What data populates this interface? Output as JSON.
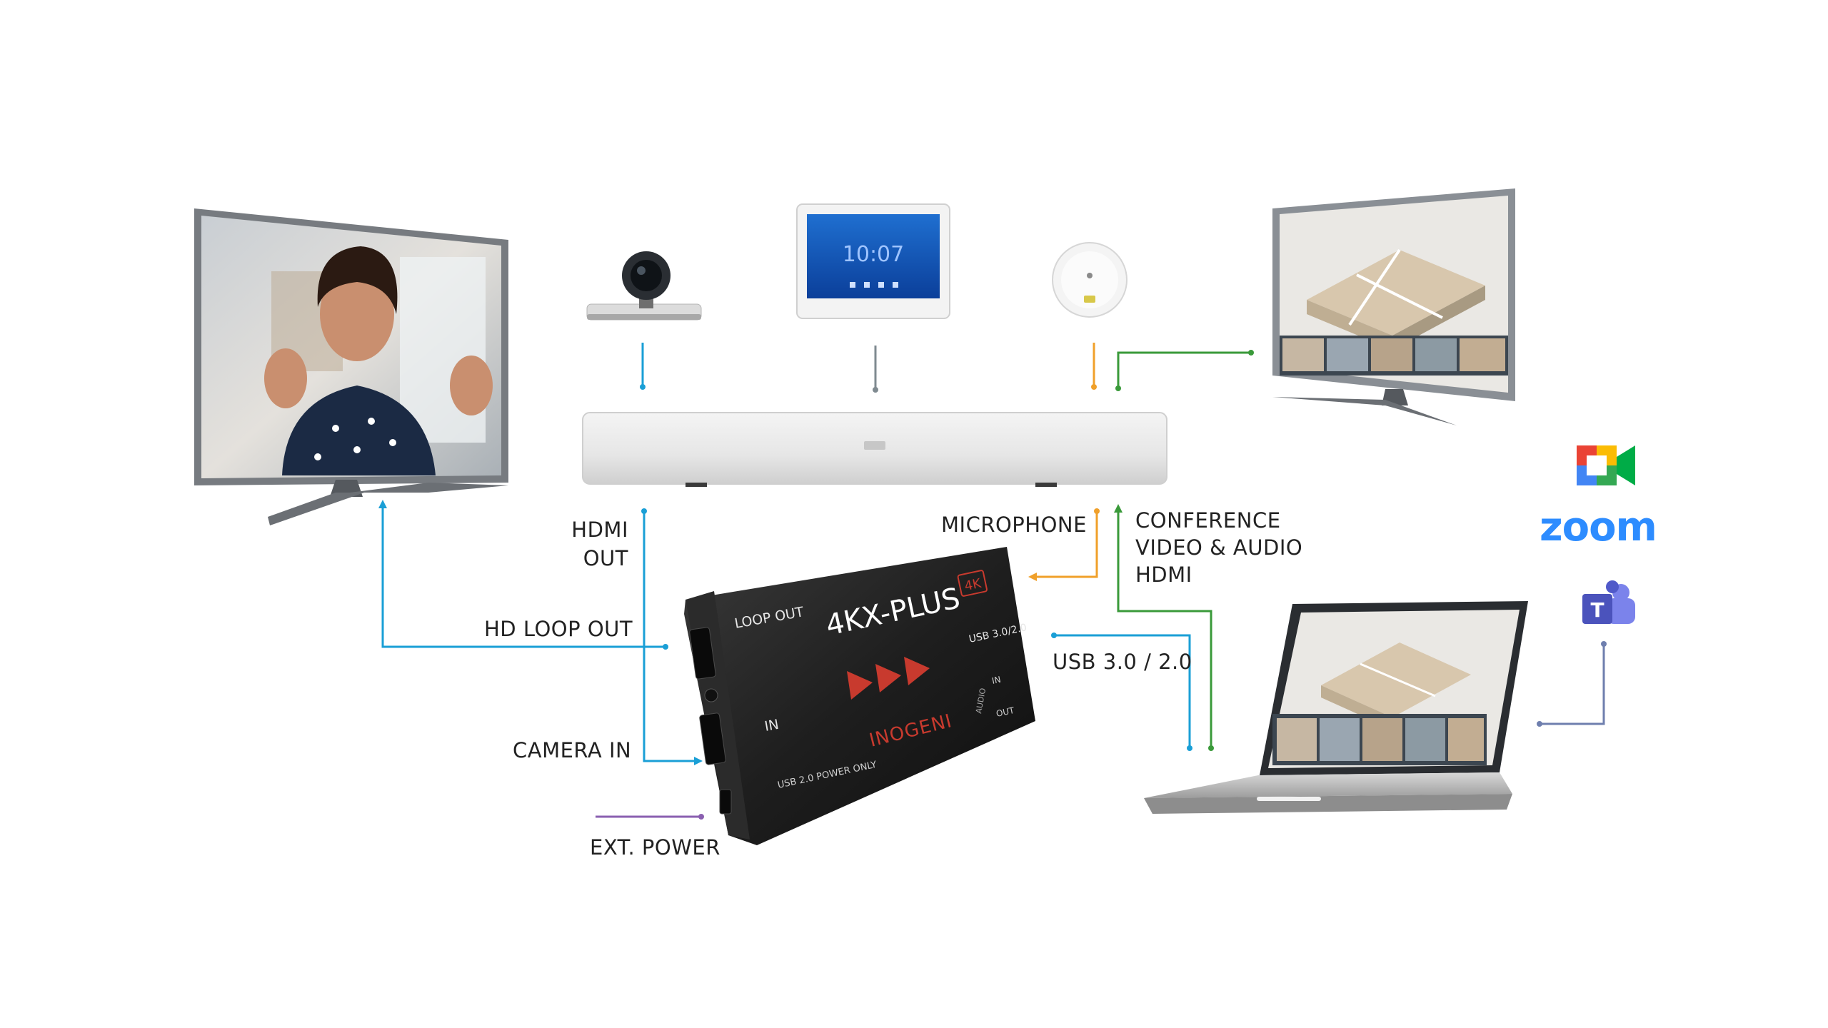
{
  "colors": {
    "hdmi": "#1a9fd6",
    "grey": "#7f8a90",
    "mic": "#f0a02a",
    "conference": "#3a9a3a",
    "power": "#8a5fb0",
    "zoom": "#2d8cff"
  },
  "device": {
    "model": "4KX-PLUS",
    "brand": "INOGENI",
    "badge": "4K",
    "port_loop_out": "LOOP OUT",
    "port_in": "IN",
    "port_usb": "USB 3.0/2.0",
    "port_usb_power": "USB 2.0 POWER ONLY",
    "port_audio_in": "IN",
    "port_audio_out": "OUT",
    "port_audio": "AUDIO"
  },
  "touch_panel": {
    "time": "10:07"
  },
  "labels": {
    "hdmi_out_line1": "HDMI",
    "hdmi_out_line2": "OUT",
    "hd_loop_out": "HD LOOP OUT",
    "camera_in": "CAMERA IN",
    "ext_power": "EXT. POWER",
    "microphone": "MICROPHONE",
    "conference_line1": "CONFERENCE",
    "conference_line2": "VIDEO & AUDIO",
    "conference_line3": "HDMI",
    "usb": "USB 3.0 / 2.0"
  },
  "platforms": {
    "zoom": "zoom",
    "icons": [
      "google-meet-icon",
      "zoom-logo",
      "microsoft-teams-icon"
    ]
  }
}
